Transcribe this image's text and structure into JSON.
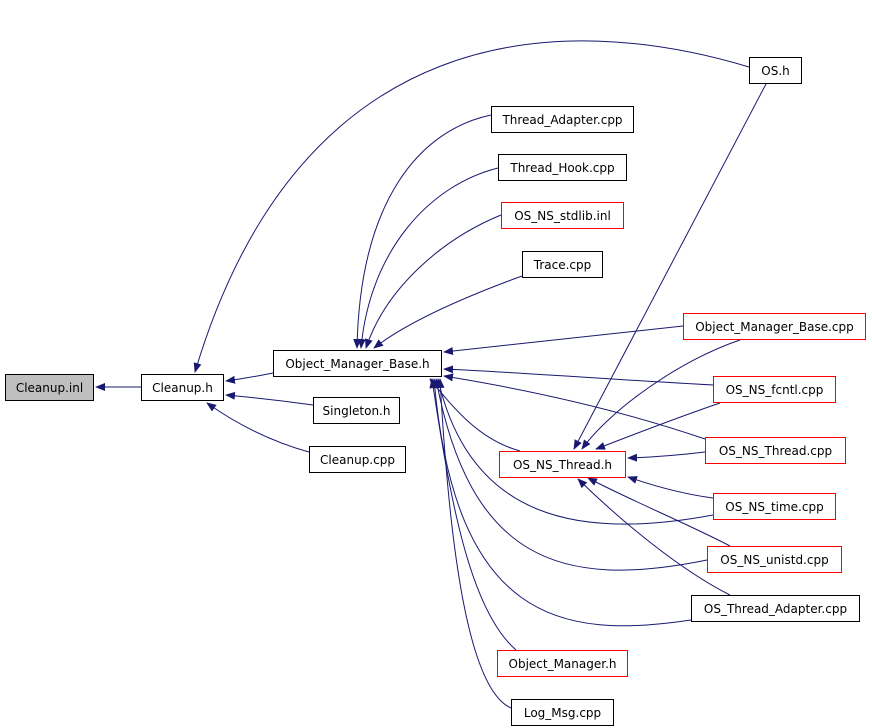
{
  "diagram": {
    "kind": "include-dependency-graph",
    "colors": {
      "edge": "#191970",
      "node_border": "#000000",
      "node_border_undocumented": "#ff0000",
      "root_fill": "#bfbfbf",
      "background": "#ffffff"
    },
    "nodes": {
      "cleanup_inl": {
        "label": "Cleanup.inl",
        "style": "root"
      },
      "cleanup_h": {
        "label": "Cleanup.h",
        "style": "black"
      },
      "object_manager_base_h": {
        "label": "Object_Manager_Base.h",
        "style": "black"
      },
      "singleton_h": {
        "label": "Singleton.h",
        "style": "black"
      },
      "cleanup_cpp": {
        "label": "Cleanup.cpp",
        "style": "black"
      },
      "os_h": {
        "label": "OS.h",
        "style": "black"
      },
      "thread_adapter_cpp": {
        "label": "Thread_Adapter.cpp",
        "style": "black"
      },
      "thread_hook_cpp": {
        "label": "Thread_Hook.cpp",
        "style": "black"
      },
      "os_ns_stdlib_inl": {
        "label": "OS_NS_stdlib.inl",
        "style": "red"
      },
      "trace_cpp": {
        "label": "Trace.cpp",
        "style": "black"
      },
      "object_manager_base_cpp": {
        "label": "Object_Manager_Base.cpp",
        "style": "red"
      },
      "os_ns_fcntl_cpp": {
        "label": "OS_NS_fcntl.cpp",
        "style": "red"
      },
      "os_ns_thread_h": {
        "label": "OS_NS_Thread.h",
        "style": "red"
      },
      "os_ns_thread_cpp": {
        "label": "OS_NS_Thread.cpp",
        "style": "red"
      },
      "os_ns_time_cpp": {
        "label": "OS_NS_time.cpp",
        "style": "red"
      },
      "os_ns_unistd_cpp": {
        "label": "OS_NS_unistd.cpp",
        "style": "red"
      },
      "os_thread_adapter_cpp": {
        "label": "OS_Thread_Adapter.cpp",
        "style": "black"
      },
      "object_manager_h": {
        "label": "Object_Manager.h",
        "style": "red"
      },
      "log_msg_cpp": {
        "label": "Log_Msg.cpp",
        "style": "black"
      }
    },
    "edges": [
      {
        "from": "cleanup_h",
        "to": "cleanup_inl"
      },
      {
        "from": "object_manager_base_h",
        "to": "cleanup_h"
      },
      {
        "from": "singleton_h",
        "to": "cleanup_h"
      },
      {
        "from": "cleanup_cpp",
        "to": "cleanup_h"
      },
      {
        "from": "os_h",
        "to": "cleanup_h"
      },
      {
        "from": "thread_adapter_cpp",
        "to": "object_manager_base_h"
      },
      {
        "from": "thread_hook_cpp",
        "to": "object_manager_base_h"
      },
      {
        "from": "os_ns_stdlib_inl",
        "to": "object_manager_base_h"
      },
      {
        "from": "trace_cpp",
        "to": "object_manager_base_h"
      },
      {
        "from": "object_manager_base_cpp",
        "to": "object_manager_base_h"
      },
      {
        "from": "os_ns_fcntl_cpp",
        "to": "object_manager_base_h"
      },
      {
        "from": "os_ns_thread_cpp",
        "to": "object_manager_base_h"
      },
      {
        "from": "os_ns_thread_h",
        "to": "object_manager_base_h"
      },
      {
        "from": "os_ns_time_cpp",
        "to": "object_manager_base_h"
      },
      {
        "from": "os_ns_unistd_cpp",
        "to": "object_manager_base_h"
      },
      {
        "from": "os_thread_adapter_cpp",
        "to": "object_manager_base_h"
      },
      {
        "from": "object_manager_h",
        "to": "object_manager_base_h"
      },
      {
        "from": "log_msg_cpp",
        "to": "object_manager_base_h"
      },
      {
        "from": "os_h",
        "to": "os_ns_thread_h"
      },
      {
        "from": "object_manager_base_cpp",
        "to": "os_ns_thread_h"
      },
      {
        "from": "os_ns_fcntl_cpp",
        "to": "os_ns_thread_h"
      },
      {
        "from": "os_ns_thread_cpp",
        "to": "os_ns_thread_h"
      },
      {
        "from": "os_ns_time_cpp",
        "to": "os_ns_thread_h"
      },
      {
        "from": "os_ns_unistd_cpp",
        "to": "os_ns_thread_h"
      },
      {
        "from": "os_thread_adapter_cpp",
        "to": "os_ns_thread_h"
      }
    ]
  }
}
